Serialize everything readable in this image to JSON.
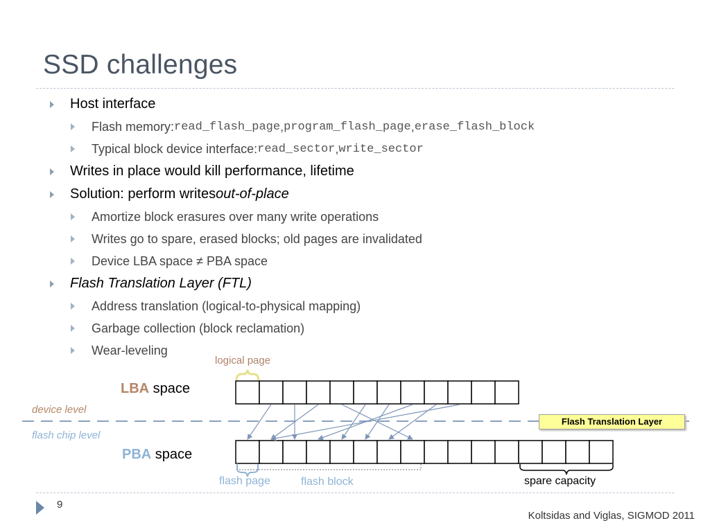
{
  "slide": {
    "title": "SSD challenges",
    "number": "9",
    "citation": "Koltsidas and Viglas, SIGMOD 2011"
  },
  "bullets": {
    "host_interface": "Host interface",
    "flash_memory_label": "Flash memory: ",
    "flash_memory_ops": [
      "read_flash_page",
      "program_flash_page",
      "erase_flash_block"
    ],
    "typical_block_label": "Typical block device interface: ",
    "typical_block_ops": [
      "read_sector",
      "write_sector"
    ],
    "writes_in_place": "Writes in place would kill performance, lifetime",
    "solution_prefix": "Solution: perform writes ",
    "solution_italic": "out-of-place",
    "amortize": "Amortize block erasures over many write operations",
    "writes_go_spare": "Writes go to spare, erased blocks; old pages are invalidated",
    "device_lba": "Device LBA space ≠ PBA space",
    "ftl": "Flash Translation Layer (FTL)",
    "address_translation": "Address translation (logical-to-physical mapping)",
    "garbage_collection": "Garbage collection (block reclamation)",
    "wear_leveling": "Wear-leveling"
  },
  "diagram": {
    "logical_page": "logical page",
    "lba_acronym": "LBA",
    "pba_acronym": "PBA",
    "space_word": " space",
    "device_level": "device level",
    "flash_chip_level": "flash chip level",
    "ftl_box": "Flash Translation Layer",
    "flash_page": "flash page",
    "flash_block": "flash block",
    "spare_capacity": "spare capacity",
    "lba_cells": 12,
    "pba_cells": 16,
    "colors": {
      "cell_border": "#000000",
      "arrow": "#7f96b8",
      "dash_line": "#8aa0bf",
      "lba_accent": "#b58565",
      "pba_accent": "#8eb3d6",
      "ftl_fill": "#ffff99"
    }
  }
}
